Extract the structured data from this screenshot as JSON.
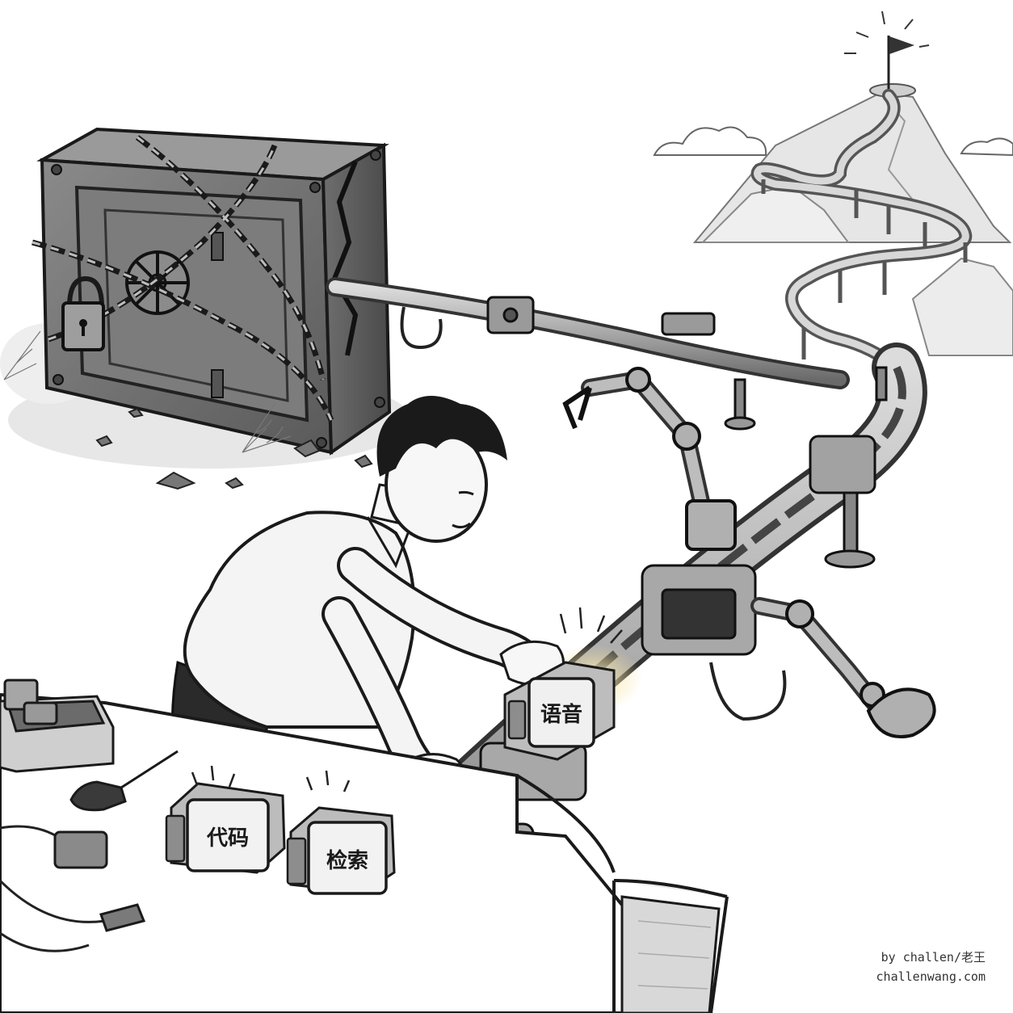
{
  "scene": {
    "modules": {
      "voice": "语音",
      "code": "代码",
      "search": "检索"
    },
    "credit": {
      "line1": "by challen/老王",
      "line2": "challenwang.com"
    },
    "palette": {
      "ink": "#1a1a1a",
      "metal": "#8e8e8e",
      "metal_light": "#c9c9c9",
      "metal_dark": "#555555",
      "paper": "#ffffff",
      "glow": "#f3dc8a"
    }
  }
}
